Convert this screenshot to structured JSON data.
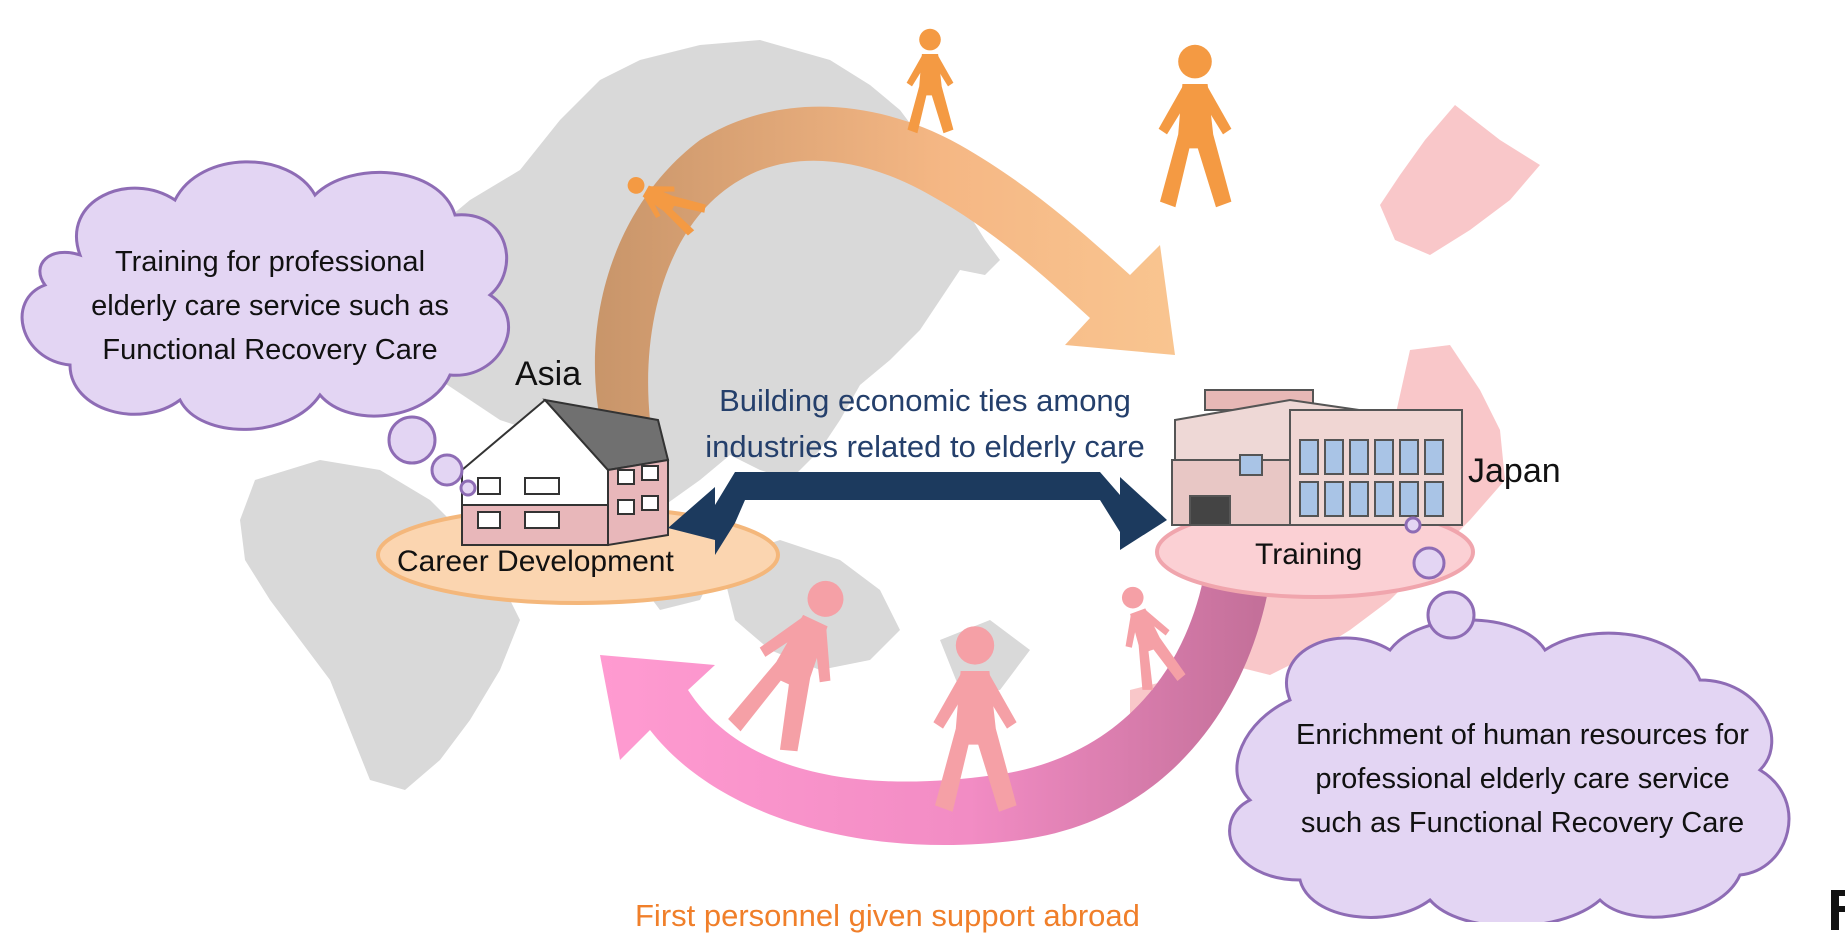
{
  "clouds": {
    "left": {
      "lines": [
        "Training for professional",
        "elderly care service such as",
        "Functional Recovery Care"
      ]
    },
    "right": {
      "lines": [
        "Enrichment of human resources for",
        "professional elderly care service",
        "such as Functional Recovery Care"
      ]
    }
  },
  "regions": {
    "asia": "Asia",
    "japan": "Japan"
  },
  "ovals": {
    "asia": "Career Development",
    "japan": "Training"
  },
  "center_text": {
    "lines": [
      "Building economic ties among",
      "industries related to elderly care"
    ]
  },
  "footer_text": "First personnel given support abroad",
  "colors": {
    "map_gray": "#d9d9d9",
    "japan_pink": "#f9c7c9",
    "top_arrow_start": "#c8956a",
    "top_arrow_end": "#f7c08a",
    "bottom_arrow_start": "#ff9bd1",
    "bottom_arrow_end": "#c8709a",
    "tie_arrow": "#1c3a5e",
    "cloud_fill": "#e3d5f3",
    "cloud_stroke": "#8e6cb5",
    "asia_oval": "#fbd5b0",
    "japan_oval": "#fbd0d4",
    "walker_orange": "#f49a43",
    "walker_pink": "#f5a0a6",
    "footer_orange": "#f07f2a"
  },
  "icons": [
    "house-icon",
    "office-building-icon",
    "walking-person-icon"
  ]
}
